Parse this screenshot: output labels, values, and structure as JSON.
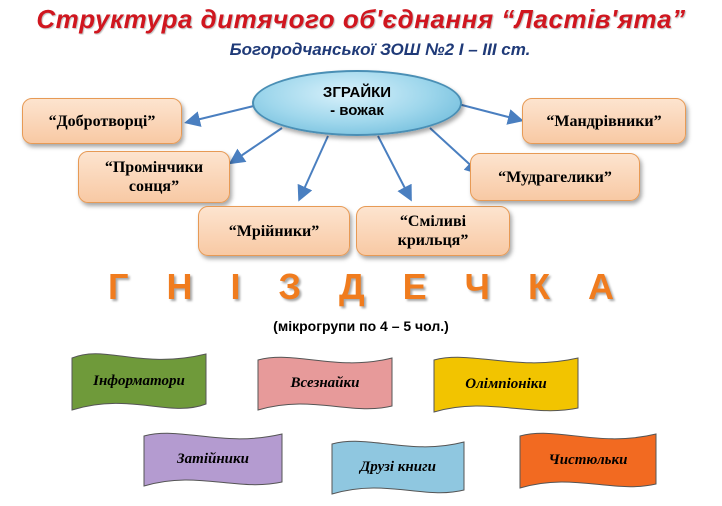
{
  "title": "Структура дитячого об'єднання “Ластів'ята”",
  "subtitle": "Богородчанської ЗОШ №2  І – ІІІ ст.",
  "center": {
    "line1": "ЗГРАЙКИ",
    "line2": "- вожак"
  },
  "groups": [
    "“Добротворці”",
    "“Промінчики сонця”",
    "“Мрійники”",
    "“Сміливі крильця”",
    "“Мудрагелики”",
    "“Мандрівники”"
  ],
  "nest_title": "Г Н І З Д Е Ч К А",
  "micro_note": "(мікрогрупи по 4 – 5 чол.)",
  "microgroups": [
    {
      "label": "Інформатори",
      "color": "#6f9a3a"
    },
    {
      "label": "Всезнайки",
      "color": "#e79a9a"
    },
    {
      "label": "Олімпіоніки",
      "color": "#f2c400"
    },
    {
      "label": "Затійники",
      "color": "#b49bd0"
    },
    {
      "label": "Друзі книги",
      "color": "#8fc7e0"
    },
    {
      "label": "Чистюльки",
      "color": "#f26a21"
    }
  ],
  "colors": {
    "title": "#d0161f",
    "subtitle": "#1f3a78",
    "nest": "#f07c1e",
    "arrow": "#4a7fc0",
    "box_border": "#e79a55"
  }
}
